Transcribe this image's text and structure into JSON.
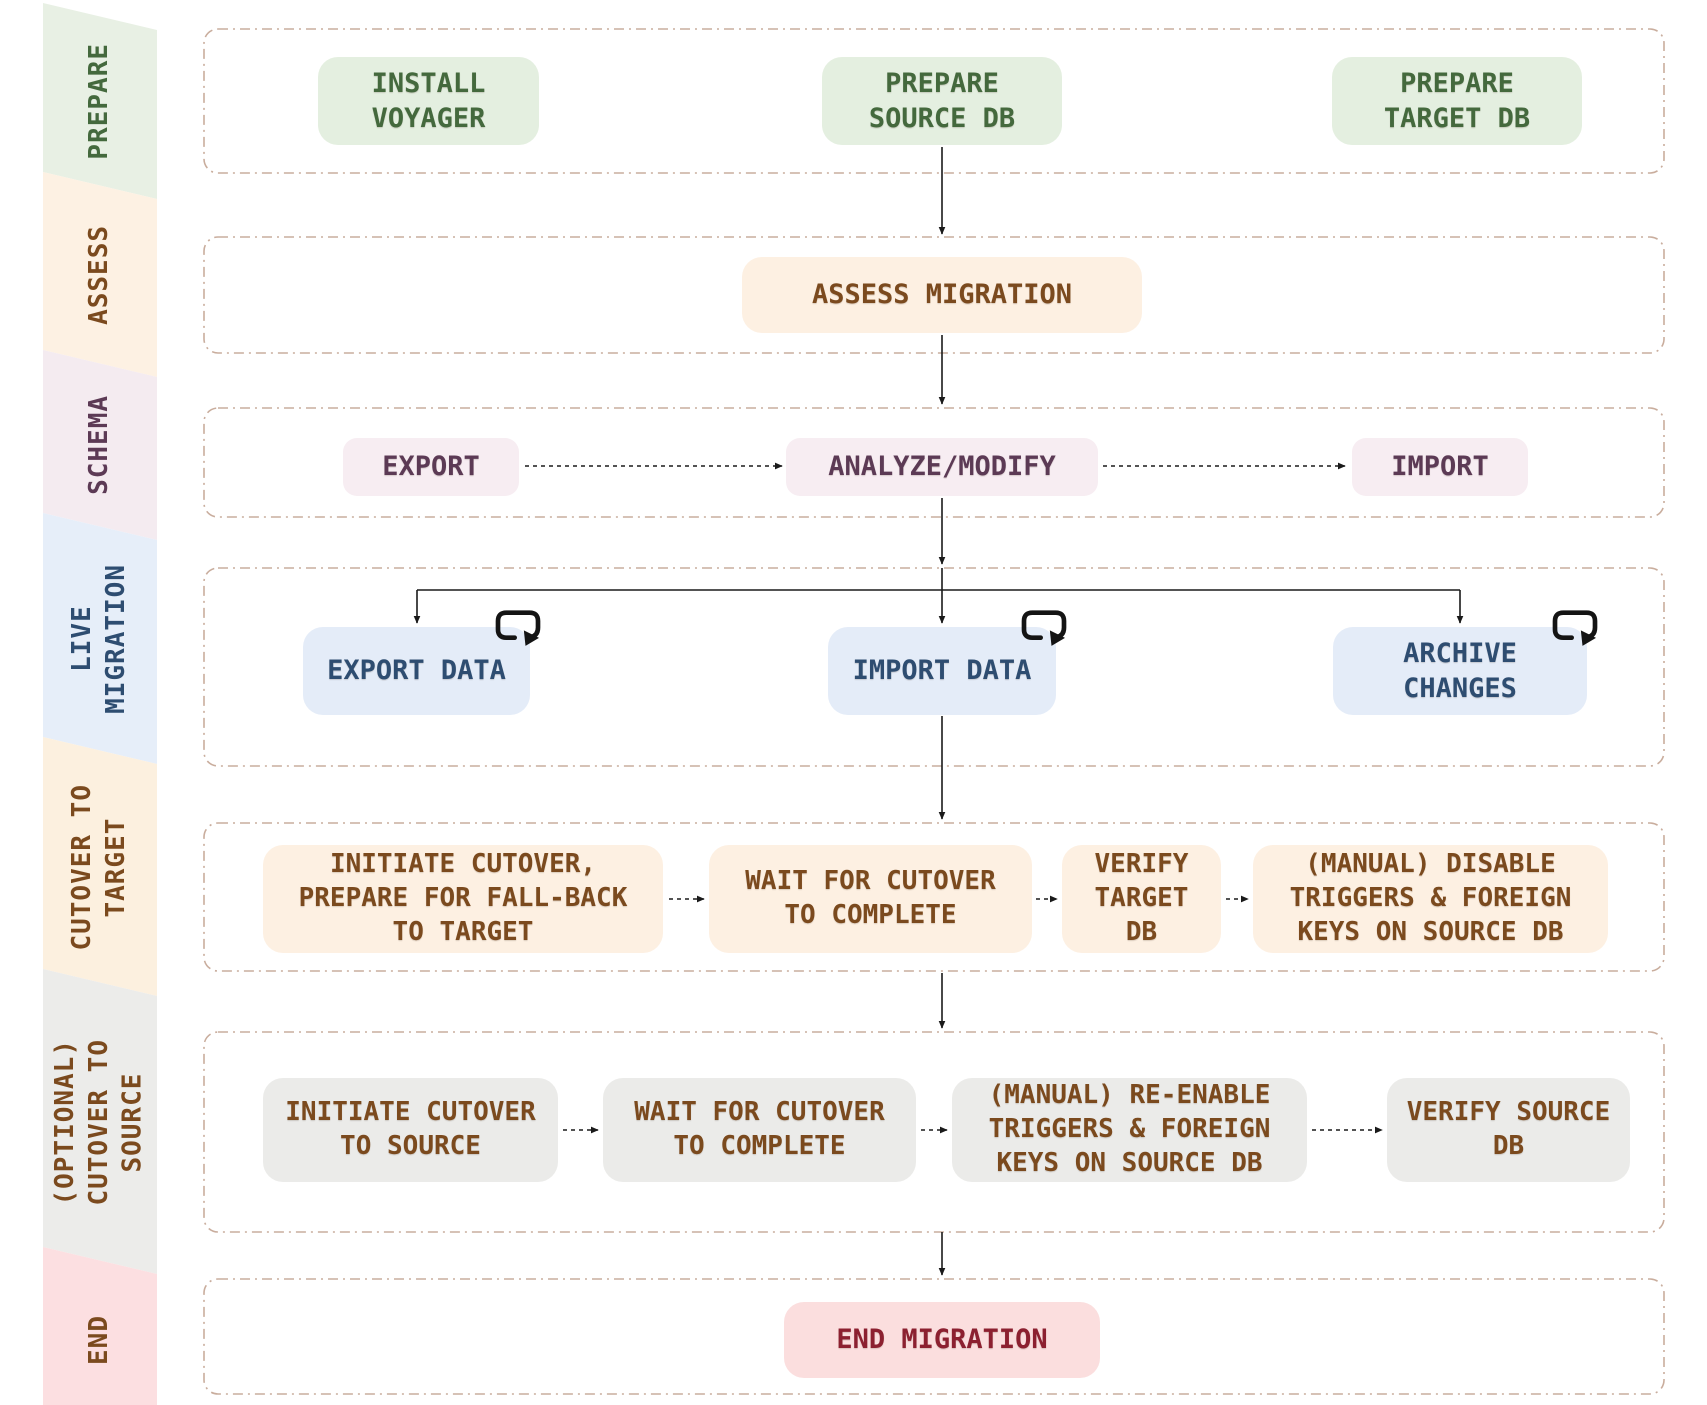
{
  "sidebar": {
    "stages": [
      {
        "id": "prepare",
        "label": "PREPARE",
        "bg": "#e8f0e4",
        "color": "#44693d"
      },
      {
        "id": "assess",
        "label": "ASSESS",
        "bg": "#fdf1e3",
        "color": "#7b4a1e"
      },
      {
        "id": "schema",
        "label": "SCHEMA",
        "bg": "#f4ebf0",
        "color": "#5c3a55"
      },
      {
        "id": "live",
        "label": "LIVE\nMIGRATION",
        "bg": "#e6eef9",
        "color": "#2e4d71"
      },
      {
        "id": "cutover",
        "label": "CUTOVER TO\nTARGET",
        "bg": "#fcf0df",
        "color": "#7b4a1e"
      },
      {
        "id": "optional",
        "label": "(OPTIONAL)\nCUTOVER TO\nSOURCE",
        "bg": "#ececea",
        "color": "#7b4a1e"
      },
      {
        "id": "end",
        "label": "END",
        "bg": "#fcdfe1",
        "color": "#7b4a1e"
      }
    ]
  },
  "rows": [
    {
      "stage": "prepare",
      "boxes": [
        {
          "label": "INSTALL\nVOYAGER"
        },
        {
          "label": "PREPARE\nSOURCE DB"
        },
        {
          "label": "PREPARE\nTARGET DB"
        }
      ]
    },
    {
      "stage": "assess",
      "boxes": [
        {
          "label": "ASSESS MIGRATION"
        }
      ]
    },
    {
      "stage": "schema",
      "boxes": [
        {
          "label": "EXPORT"
        },
        {
          "label": "ANALYZE/MODIFY"
        },
        {
          "label": "IMPORT"
        }
      ]
    },
    {
      "stage": "live-migration",
      "boxes": [
        {
          "label": "EXPORT DATA",
          "icon": "repeat-loop-icon"
        },
        {
          "label": "IMPORT DATA",
          "icon": "repeat-loop-icon"
        },
        {
          "label": "ARCHIVE\nCHANGES",
          "icon": "repeat-loop-icon"
        }
      ]
    },
    {
      "stage": "cutover-to-target",
      "boxes": [
        {
          "label": "INITIATE CUTOVER,\nPREPARE FOR FALL-BACK\nTO TARGET"
        },
        {
          "label": "WAIT FOR CUTOVER\nTO COMPLETE"
        },
        {
          "label": "VERIFY\nTARGET\nDB"
        },
        {
          "label": "(MANUAL) DISABLE\nTRIGGERS & FOREIGN\nKEYS ON SOURCE DB"
        }
      ]
    },
    {
      "stage": "optional-cutover-to-source",
      "boxes": [
        {
          "label": "INITIATE CUTOVER\nTO SOURCE"
        },
        {
          "label": "WAIT FOR CUTOVER\nTO COMPLETE"
        },
        {
          "label": "(MANUAL) RE-ENABLE\nTRIGGERS & FOREIGN\nKEYS ON SOURCE DB"
        },
        {
          "label": "VERIFY SOURCE\nDB"
        }
      ]
    },
    {
      "stage": "end",
      "boxes": [
        {
          "label": "END MIGRATION"
        }
      ]
    }
  ],
  "colors": {
    "box_green_bg": "#e4efe0",
    "box_green_text": "#44693d",
    "box_assess_bg": "#fdf0e2",
    "box_assess_text": "#7b4a1e",
    "box_schema_bg": "#f7edf2",
    "box_schema_text": "#5c3a55",
    "box_live_bg": "#e4ecf8",
    "box_live_text": "#2e4d71",
    "box_gray_bg": "#ebebe9",
    "box_gray_text": "#7b4a1e",
    "box_end_bg": "#fbdede",
    "box_end_text": "#8c2030",
    "row_border": "#c9ad9d",
    "arrow": "#1a1a1a"
  }
}
